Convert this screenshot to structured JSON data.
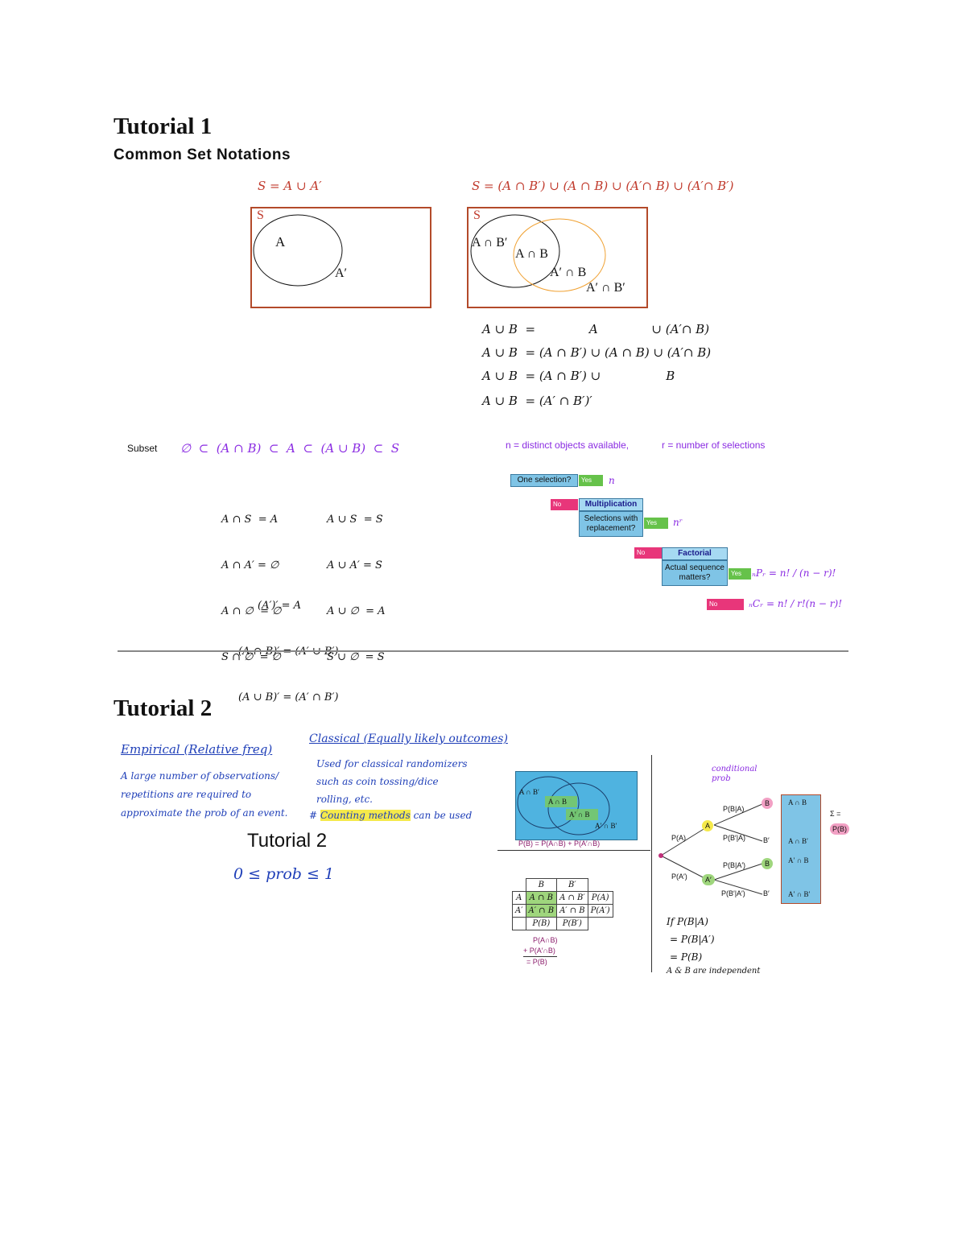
{
  "tutorial1": {
    "title": "Tutorial 1",
    "subtitle": "Common Set Notations",
    "venn1": {
      "caption": "S = A ∪ A′",
      "s_label": "S",
      "a_label": "A",
      "a_comp_label": "A′"
    },
    "venn2": {
      "caption": "S = (A ∩ B′) ∪ (A ∩ B) ∪ (A′∩ B) ∪ (A′∩ B′)",
      "s_label": "S",
      "r1": "A ∩ B′",
      "r2": "A ∩ B",
      "r3": "A′ ∩ B",
      "r4": "A′ ∩ B′"
    },
    "union_eqs": [
      "A ∪ B  =              A              ∪ (A′∩ B)",
      "A ∪ B  = (A ∩ B′) ∪ (A ∩ B) ∪ (A′∩ B)",
      "A ∪ B  = (A ∩ B′) ∪                 B",
      "A ∪ B  = (A′ ∩ B′)′"
    ],
    "subset_label": "Subset",
    "subset_chain": "∅  ⊂  (A ∩ B)  ⊂  A  ⊂  (A ∪ B)  ⊂  S",
    "identities_left": [
      "A ∩ S  = A",
      "A ∩ A′ = ∅",
      "A ∩ ∅  = ∅",
      "S ∩ ∅  = ∅"
    ],
    "identities_right": [
      "A ∪ S  = S",
      "A ∪ A′ = S",
      "A ∪ ∅  = A",
      "S ∪ ∅  = S"
    ],
    "demorgan": [
      "(A′)′ = A",
      "(A ∩ B)′ = (A′ ∪ B′)",
      "(A ∪ B)′ = (A′ ∩ B′)"
    ],
    "counting": {
      "legend_n": "n = distinct objects available,",
      "legend_r": "r = number of selections",
      "q1": "One selection?",
      "yes": "Yes",
      "no": "No",
      "r1": "n",
      "hdr2": "Multiplication",
      "q2": "Selections with replacement?",
      "r2": "nʳ",
      "hdr3": "Factorial",
      "q3": "Actual sequence matters?",
      "r3": "ₙPᵣ = n! / (n − r)!",
      "r4": "ₙCᵣ = n! / r!(n − r)!"
    }
  },
  "tutorial2": {
    "title": "Tutorial 2",
    "empirical_head": "Empirical (Relative freq)",
    "empirical_body": [
      "A large number of observations/",
      "repetitions are required to",
      "approximate the prob of an event."
    ],
    "classical_head": "Classical (Equally likely outcomes)",
    "classical_body": [
      "Used for classical randomizers",
      "such as coin tossing/dice",
      "rolling, etc."
    ],
    "counting_note_prefix": "#",
    "counting_note_hl": "Counting methods",
    "counting_note_rest": "can be used",
    "slide_title": "Tutorial 2",
    "prob_range": "0 ≤ prob ≤ 1",
    "venn": {
      "r1": "A ∩ B′",
      "r2": "A ∩ B",
      "r3": "A′ ∩ B",
      "r4": "A′ ∩ B′",
      "formula": "P(B) = P(A∩B) + P(A′∩B)"
    },
    "table": {
      "head": [
        "",
        "B",
        "B′",
        ""
      ],
      "rows": [
        [
          "A",
          "A ∩ B",
          "A ∩ B′",
          "P(A)"
        ],
        [
          "A′",
          "A′ ∩ B",
          "A′ ∩ B",
          "P(A′)"
        ],
        [
          "",
          "P(B)",
          "P(B′)",
          ""
        ]
      ],
      "sum1": "P(A∩B)",
      "sum2": "+ P(A′∩B)",
      "sum3": "= P(B)"
    },
    "tree": {
      "note": "conditional prob",
      "pa": "P(A)",
      "pac": "P(A′)",
      "a": "A",
      "ac": "A′",
      "pba": "P(B|A)",
      "pbca": "P(B′|A)",
      "pbac": "P(B|A′)",
      "pbcac": "P(B′|A′)",
      "b": "B",
      "bc": "B′",
      "outcomes": [
        "A ∩ B",
        "A ∩ B′",
        "A′ ∩ B",
        "A′ ∩ B′"
      ],
      "sigma": "Σ =",
      "pb": "P(B)"
    },
    "indep": [
      "If P(B|A)",
      "= P(B|A′)",
      "= P(B)",
      "A & B are independent"
    ]
  }
}
